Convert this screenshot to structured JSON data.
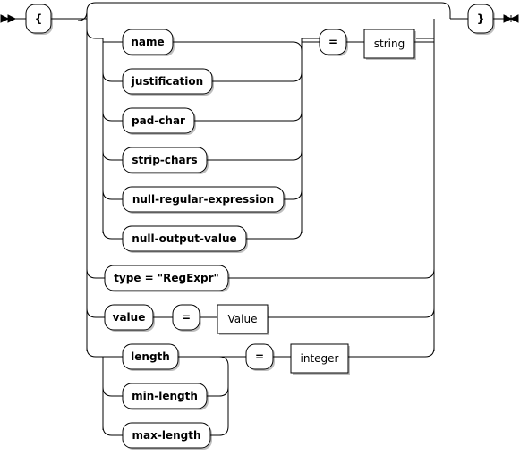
{
  "diagram": {
    "open_brace": "{",
    "close_brace": "}",
    "equals_1": "=",
    "string_type": "string",
    "option_name": "name",
    "option_justification": "justification",
    "option_pad_char": "pad-char",
    "option_strip_chars": "strip-chars",
    "option_null_regular_expression": "null-regular-expression",
    "option_null_output_value": "null-output-value",
    "type_regexpr": "type = \"RegExpr\"",
    "value_keyword": "value",
    "equals_2": "=",
    "value_type": "Value",
    "option_length": "length",
    "option_min_length": "min-length",
    "option_max_length": "max-length",
    "equals_3": "=",
    "integer_type": "integer"
  }
}
